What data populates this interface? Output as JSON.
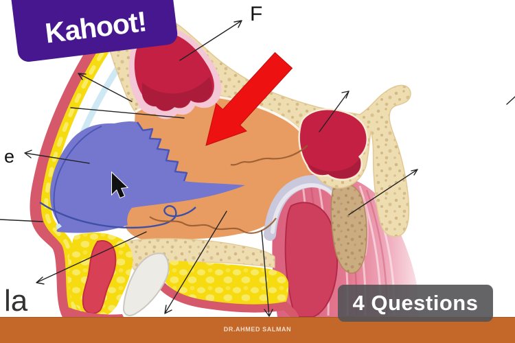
{
  "branding": {
    "logo_text": "Kahoot!",
    "logo_bg_color": "#46178F"
  },
  "question_badge": {
    "label": "4 Questions",
    "bg_color": "rgba(83,83,86,0.9)"
  },
  "footer": {
    "credit": "DR.AHMED SALMAN",
    "bar_color": "#C4682A"
  },
  "diagram": {
    "alt": "Sagittal anatomical illustration of the nasal septum with a large red arrow pointing at the bony septum",
    "cropped_labels": {
      "top": "F",
      "left": "e",
      "bottom_left": "la"
    },
    "arrow_color": "#ED1111"
  }
}
